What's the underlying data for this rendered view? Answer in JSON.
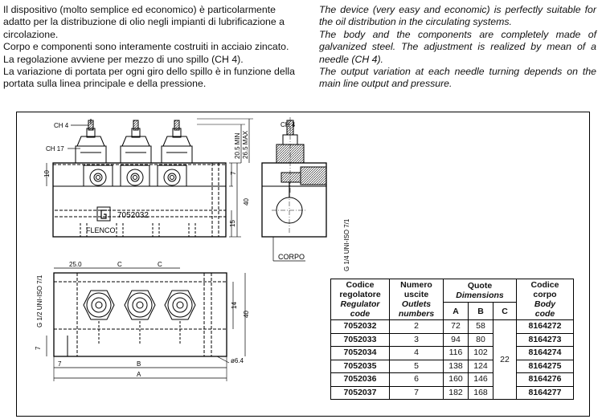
{
  "intro": {
    "italian": [
      "Il dispositivo (molto semplice ed economico) è particolarmente adatto per la distribuzione di olio negli impianti di lubrificazione a circolazione.",
      "Corpo e componenti sono interamente costruiti in acciaio zincato.",
      "La regolazione avviene per mezzo di uno spillo (CH 4).",
      "La variazione di portata per ogni giro dello spillo è in funzione della portata sulla linea principale e della pressione."
    ],
    "english": [
      "The device (very easy and economic) is perfectly suitable for the oil distribution in the circulating systems.",
      "The body and the components are completely made of galvanized steel. The adjustment is realized by mean of a needle (CH 4).",
      "The output variation at each needle turning depends on the main line output and pressure."
    ]
  },
  "drawing": {
    "ch4": "CH 4",
    "ch17": "CH 17",
    "dim_10": "10",
    "dim_7": "7",
    "dim_205": "20.5 MIN",
    "dim_265": "26.5 MAX",
    "dim_40": "40",
    "dim_15": "15",
    "part_code": "7052032",
    "brand": "FLENCO",
    "corpo": "CORPO",
    "thread_side": "G 1/4 UNI-ISO 7/1",
    "thread_left": "G 1/2 UNI-ISO 7/1",
    "dim_25": "25.0",
    "dim_c": "C",
    "dim_b": "B",
    "dim_a": "A",
    "dim_14": "14",
    "dim_64": "ø6.4"
  },
  "table": {
    "headers": {
      "codice_reg": [
        "Codice",
        "regolatore"
      ],
      "regulator": [
        "Regulator",
        "code"
      ],
      "numero": [
        "Numero",
        "uscite"
      ],
      "outlets": [
        "Outlets",
        "numbers"
      ],
      "quote": "Quote",
      "dimensions": "Dimensions",
      "col_a": "A",
      "col_b": "B",
      "col_c": "C",
      "codice_corpo": [
        "Codice",
        "corpo"
      ],
      "body": [
        "Body",
        "code"
      ]
    },
    "c_value": "22",
    "rows": [
      {
        "code": "7052032",
        "outlets": "2",
        "a": "72",
        "b": "58",
        "body": "8164272"
      },
      {
        "code": "7052033",
        "outlets": "3",
        "a": "94",
        "b": "80",
        "body": "8164273"
      },
      {
        "code": "7052034",
        "outlets": "4",
        "a": "116",
        "b": "102",
        "body": "8164274"
      },
      {
        "code": "7052035",
        "outlets": "5",
        "a": "138",
        "b": "124",
        "body": "8164275"
      },
      {
        "code": "7052036",
        "outlets": "6",
        "a": "160",
        "b": "146",
        "body": "8164276"
      },
      {
        "code": "7052037",
        "outlets": "7",
        "a": "182",
        "b": "168",
        "body": "8164277"
      }
    ]
  }
}
